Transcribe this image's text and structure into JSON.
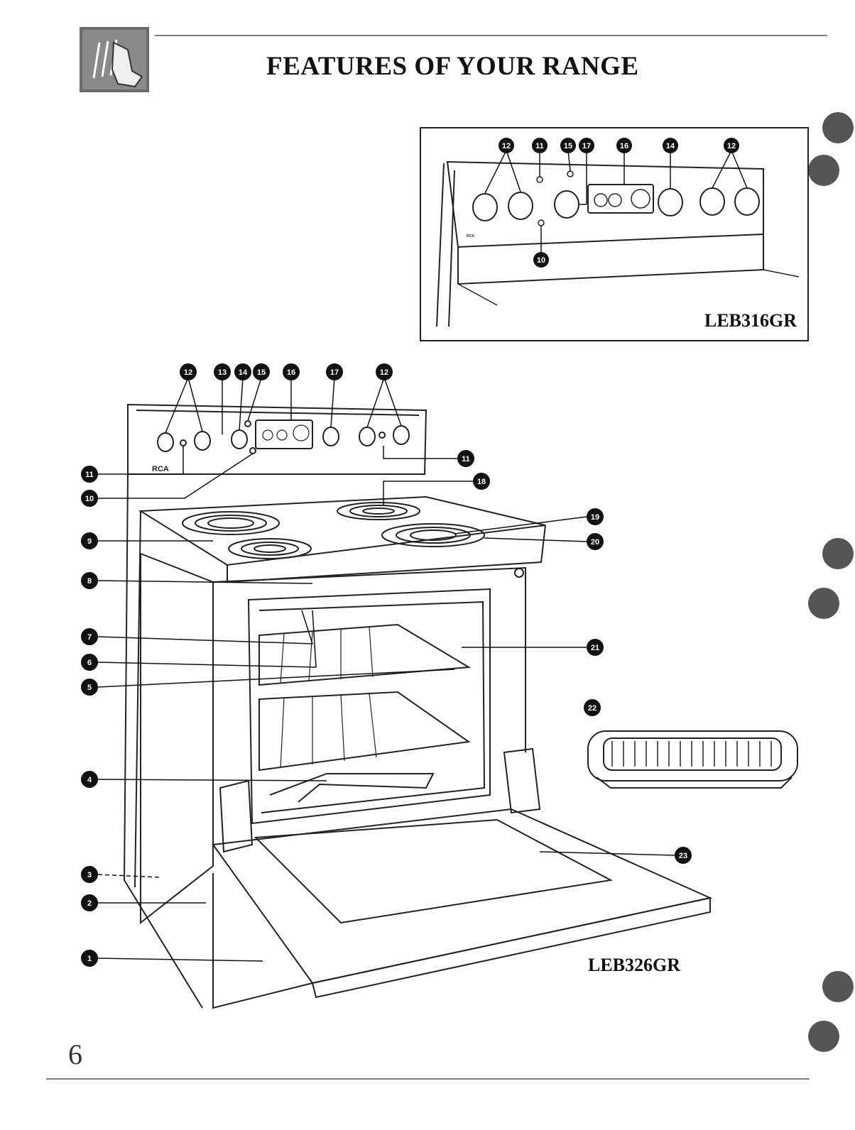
{
  "page": {
    "title": "FEATURES OF YOUR RANGE",
    "page_number": "6"
  },
  "inset": {
    "model": "LEB316GR",
    "brand": "RCA",
    "callouts": [
      "12",
      "11",
      "15",
      "17",
      "16",
      "14",
      "12",
      "10"
    ]
  },
  "main": {
    "model": "LEB326GR",
    "brand": "RCA",
    "top_callouts": [
      "12",
      "13",
      "14",
      "15",
      "16",
      "17",
      "12"
    ],
    "left_callouts": [
      "11",
      "10",
      "9",
      "8",
      "7",
      "6",
      "5",
      "4",
      "3",
      "2",
      "1"
    ],
    "right_callouts": [
      "11",
      "18",
      "19",
      "20",
      "21",
      "22",
      "23"
    ]
  }
}
